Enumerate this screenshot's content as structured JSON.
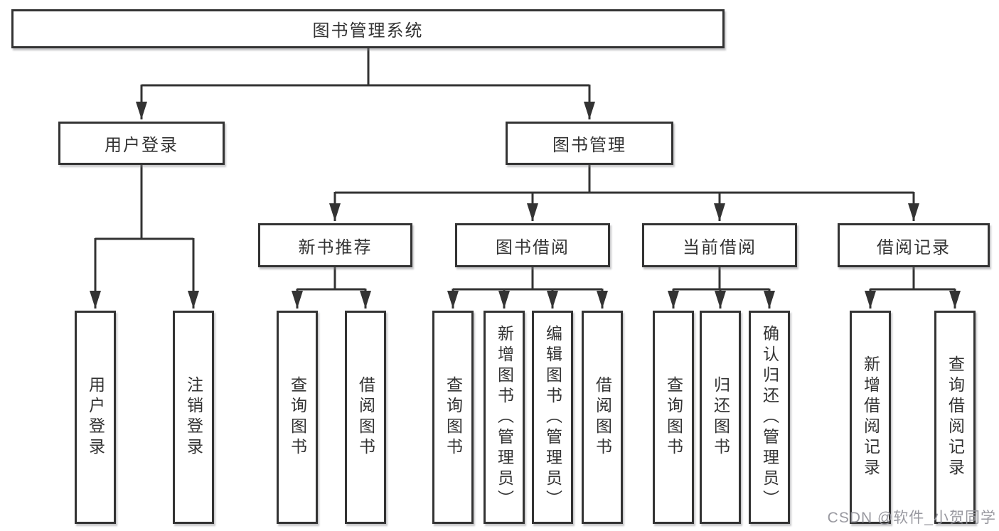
{
  "tree": {
    "root": {
      "label": "图书管理系统"
    },
    "user_login": {
      "label": "用户登录",
      "children": [
        {
          "label": "用户登录"
        },
        {
          "label": "注销登录"
        }
      ]
    },
    "book_mgmt": {
      "label": "图书管理",
      "modules": [
        {
          "label": "新书推荐",
          "children": [
            {
              "label": "查询图书"
            },
            {
              "label": "借阅图书"
            }
          ]
        },
        {
          "label": "图书借阅",
          "children": [
            {
              "label": "查询图书"
            },
            {
              "label": "新增图书（管理员）"
            },
            {
              "label": "编辑图书（管理员）"
            },
            {
              "label": "借阅图书"
            }
          ]
        },
        {
          "label": "当前借阅",
          "children": [
            {
              "label": "查询图书"
            },
            {
              "label": "归还图书"
            },
            {
              "label": "确认归还（管理员）"
            }
          ]
        },
        {
          "label": "借阅记录",
          "children": [
            {
              "label": "新增借阅记录"
            },
            {
              "label": "查询借阅记录"
            }
          ]
        }
      ]
    }
  },
  "watermark": {
    "text": "CSDN @软件_小贺同学"
  },
  "colors": {
    "line": "#333333",
    "box_border": "#333333",
    "background": "#ffffff",
    "watermark": "#94949b"
  }
}
